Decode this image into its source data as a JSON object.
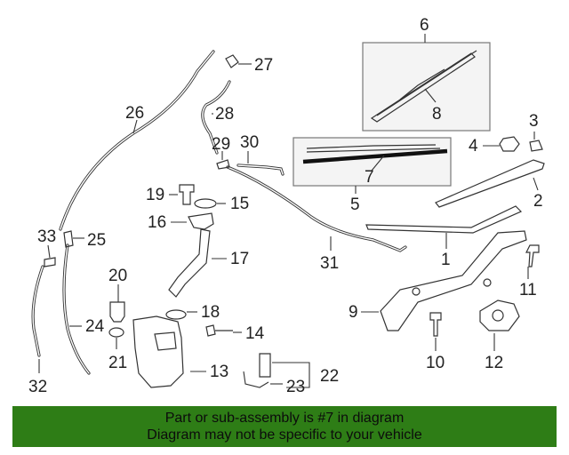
{
  "callouts": [
    "1",
    "2",
    "3",
    "4",
    "5",
    "6",
    "7",
    "8",
    "9",
    "10",
    "11",
    "12",
    "13",
    "14",
    "15",
    "16",
    "17",
    "18",
    "19",
    "20",
    "21",
    "22",
    "23",
    "24",
    "25",
    "26",
    "27",
    "28",
    "29",
    "30",
    "31",
    "32",
    "33"
  ],
  "banner": {
    "line1": "Part or sub-assembly is #7 in diagram",
    "line2": "Diagram may not be specific to your vehicle"
  },
  "colors": {
    "banner": "#2e7d16",
    "highlight": "#111111"
  }
}
